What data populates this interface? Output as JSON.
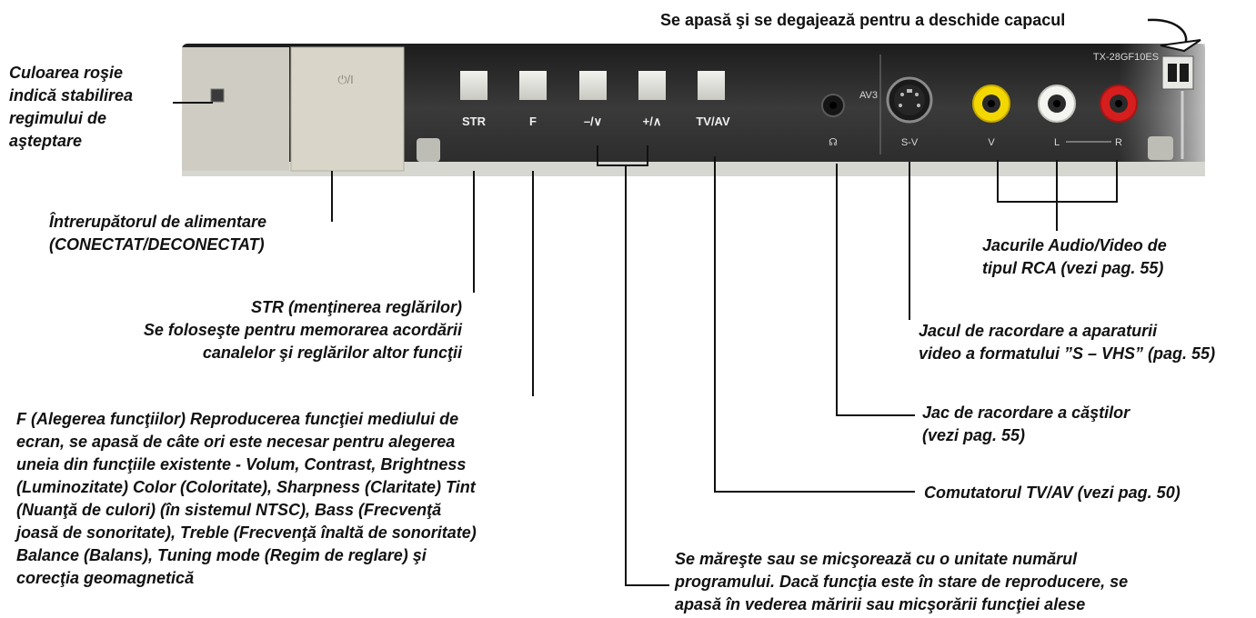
{
  "callouts": {
    "cover": "Se apasă şi se degajează pentru a deschide capacul",
    "standby": [
      "Culoarea roşie",
      "indică stabilirea",
      "regimului de",
      "aşteptare"
    ],
    "power": [
      "Întrerupătorul de alimentare",
      "(CONECTAT/DECONECTAT)"
    ],
    "str": [
      "STR (menţinerea reglărilor)",
      "Se foloseşte pentru memorarea acordării",
      "canalelor şi reglărilor altor funcţii"
    ],
    "f": [
      "F (Alegerea funcţiilor) Reproducerea funcţiei mediului de",
      "ecran, se apasă de câte ori este necesar pentru alegerea",
      "uneia din funcţiile existente - Volum, Contrast, Brightness",
      "(Luminozitate) Color (Coloritate), Sharpness (Claritate) Tint",
      "(Nuanţă de culori) (în sistemul NTSC), Bass (Frecvenţă",
      "joasă de sonoritate), Treble (Frecvenţă înaltă de sonoritate)",
      "Balance (Balans), Tuning mode (Regim de reglare) şi",
      "corecţia geomagnetică"
    ],
    "program": [
      "Se măreşte sau se micşorează cu o unitate numărul",
      "programului. Dacă funcţia este în stare de reproducere, se",
      "apasă în vederea măririi sau micşorării funcţiei alese"
    ],
    "tvav": "Comutatorul TV/AV (vezi pag. 50)",
    "headphones": [
      "Jac de racordare a căştilor",
      "(vezi pag. 55)"
    ],
    "svhs": [
      "Jacul de racordare a aparaturii",
      "video a formatului ”S – VHS” (pag. 55)"
    ],
    "rca": [
      "Jacurile Audio/Video de",
      "tipul RCA (vezi pag. 55)"
    ]
  },
  "panel": {
    "power_label": "⏻/I",
    "buttons": [
      "STR",
      "F",
      "–/∨",
      "+/∧",
      "TV/AV"
    ],
    "av3_label": "AV3",
    "sv_label": "S-V",
    "rca_labels": [
      "V",
      "L",
      "R"
    ],
    "model_text": "TX-28GF10ES"
  },
  "colors": {
    "panel_dark": "#2f2f2f",
    "button_face": "#e2e2dc",
    "power_button": "#d9d6c9",
    "rca_video": "#f2d800",
    "rca_left": "#f4f4f0",
    "rca_right": "#d61e1e"
  }
}
